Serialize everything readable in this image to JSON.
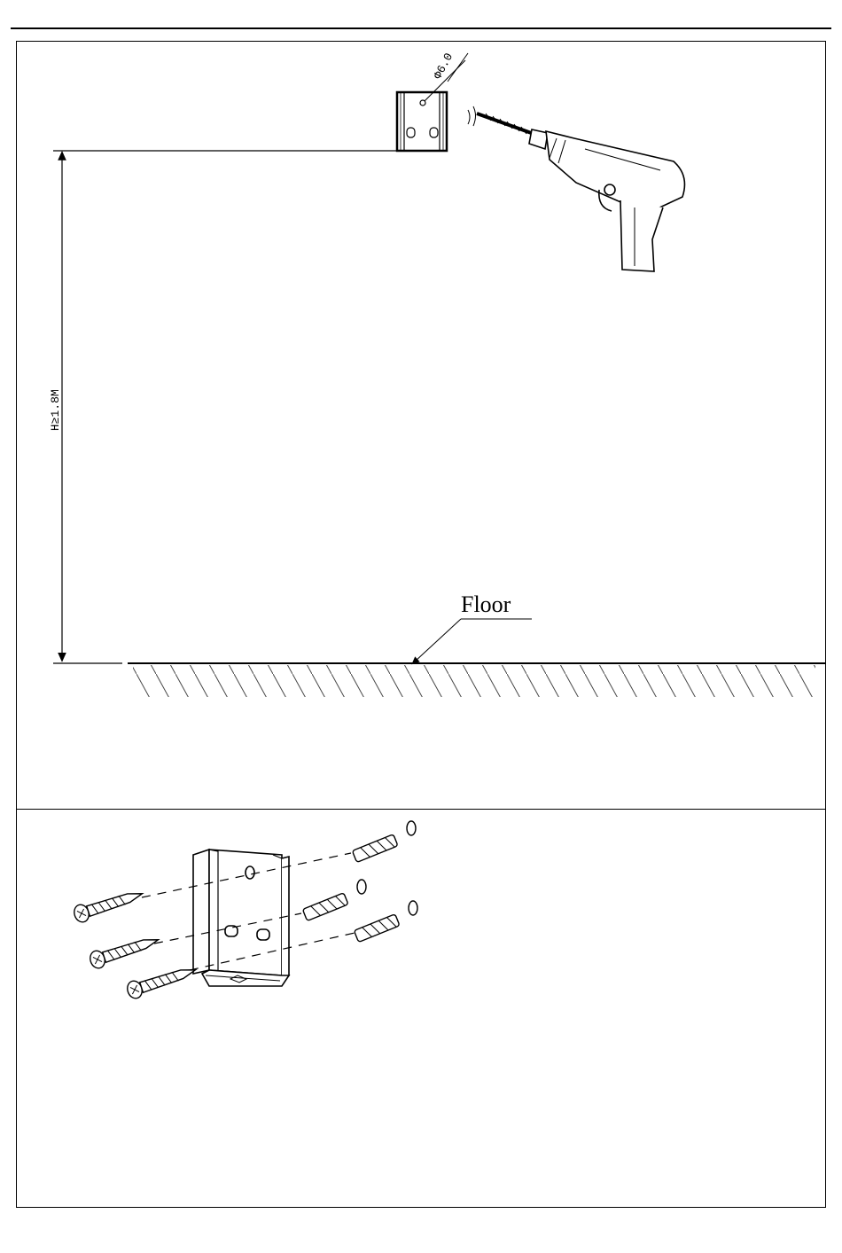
{
  "step1": {
    "hole_diameter_label": "Φ6.0",
    "height_label": "H≥1.8M",
    "floor_label": "Floor"
  },
  "step2": {}
}
